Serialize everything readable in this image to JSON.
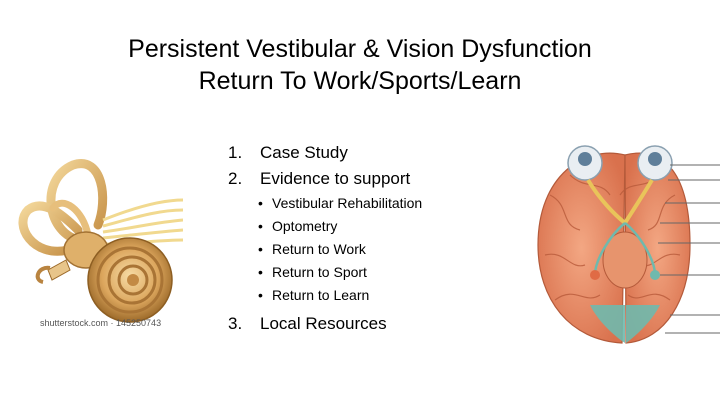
{
  "slide": {
    "title_line1": "Persistent Vestibular & Vision Dysfunction",
    "title_line2": "Return To Work/Sports/Learn",
    "items": [
      {
        "num": "1.",
        "label": "Case Study"
      },
      {
        "num": "2.",
        "label": "Evidence to support"
      },
      {
        "num": "3.",
        "label": "Local Resources"
      }
    ],
    "subitems": [
      "Vestibular Rehabilitation",
      "Optometry",
      "Return to Work",
      "Return to Sport",
      "Return to Learn"
    ],
    "bullet_glyph": "•",
    "watermark": "shutterstock.com · 145250743"
  },
  "images": {
    "left": "inner-ear-illustration",
    "right": "brain-optic-pathway-illustration"
  },
  "colors": {
    "cochlea": "#d9a55a",
    "brain": "#e98a64",
    "optic_nerve": "#e9c45a",
    "occipital": "#6fb9ad"
  }
}
